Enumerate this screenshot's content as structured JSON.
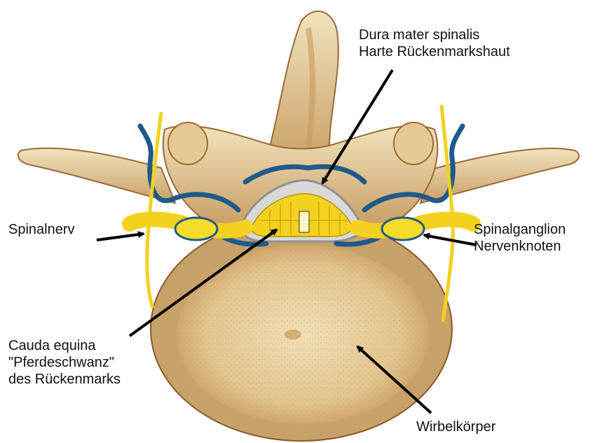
{
  "labels": {
    "dura": {
      "line1": "Dura mater spinalis",
      "line2": "Harte Rückenmarkshaut"
    },
    "spinalnerv": {
      "line1": "Spinalnerv"
    },
    "ganglion": {
      "line1": "Spinalganglion",
      "line2": "Nervenknoten"
    },
    "cauda": {
      "line1": "Cauda equina",
      "line2": "\"Pferdeschwanz\"",
      "line3": "des Rückenmarks"
    },
    "wirbel": {
      "line1": "Wirbelkörper"
    }
  },
  "colors": {
    "bone": "#e8d3a0",
    "bone_shadow": "#b8864a",
    "bone_dark": "#8a5a2a",
    "body_inner": "#e6cfa0",
    "nerve_yellow": "#f2d21e",
    "vessel_blue": "#1f5a8a",
    "dura_grey": "#c9c9c9",
    "arrow": "#000000"
  }
}
